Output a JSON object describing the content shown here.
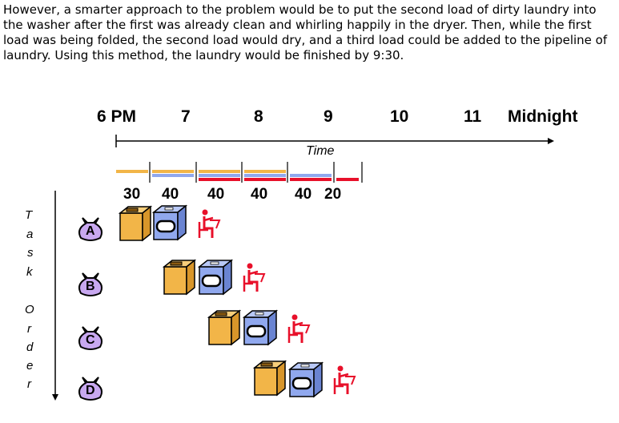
{
  "paragraph": "However, a smarter approach to the problem would be to put the second load of dirty laundry into the washer after the first was already clean and whirling happily in the dryer. Then, while the first load was being folded, the second load would dry, and a third load could be added to the pipeline of laundry. Using this method, the laundry would be finished by 9:30.",
  "diagram": {
    "time_labels": [
      "6 PM",
      "7",
      "8",
      "9",
      "10",
      "11",
      "Midnight"
    ],
    "axis_label": "Time",
    "durations": [
      "30",
      "40",
      "40",
      "40",
      "40",
      "20"
    ],
    "y_axis_label_top": [
      "T",
      "a",
      "s",
      "k"
    ],
    "y_axis_label_bottom": [
      "O",
      "r",
      "d",
      "e",
      "r"
    ],
    "tasks": [
      "A",
      "B",
      "C",
      "D"
    ],
    "colors": {
      "washer": "#F2B548",
      "dryer": "#90A8EE",
      "folder": "#E8102A",
      "bag": "#C8A8F0",
      "axis": "#000000"
    },
    "icons": [
      "laundry-bag-icon",
      "washer-icon",
      "dryer-icon",
      "folding-person-icon"
    ]
  }
}
